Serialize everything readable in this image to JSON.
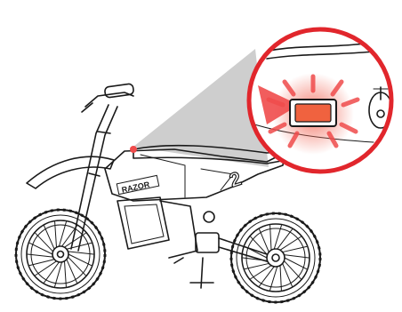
{
  "illustration": {
    "brand_decal": "RAZOR",
    "number_plate": "2"
  },
  "colors": {
    "callout_ring": "#e1262c",
    "switch_glow": "#ef4b4b",
    "switch_core": "#f0623f",
    "light_cone": "#bdbdbd",
    "outline": "#1a1a1a"
  },
  "icons": {
    "wheel": "dirt-bike-wheel",
    "zoom": "magnified-callout",
    "switch": "glowing-power-switch",
    "port": "charger-port-icon"
  }
}
